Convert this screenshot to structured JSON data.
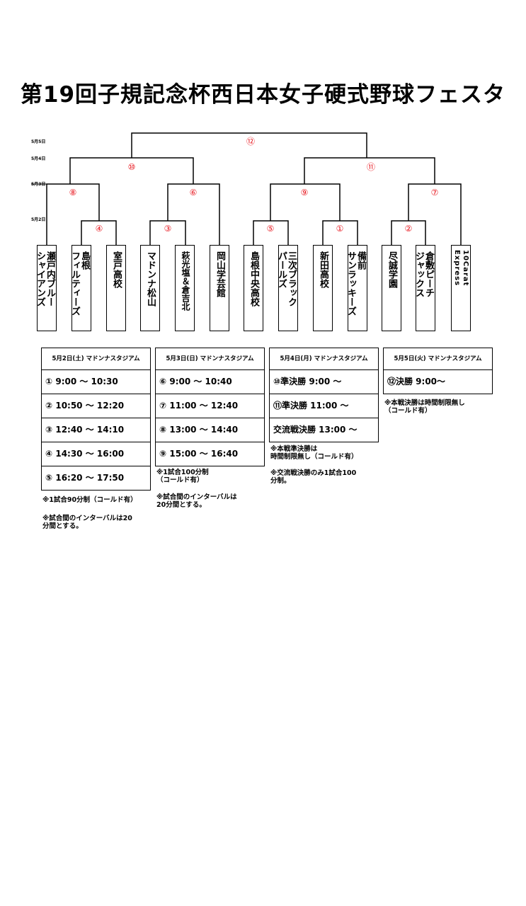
{
  "title": "第19回子規記念杯西日本女子硬式野球フェスタ",
  "bracket": {
    "date_labels": [
      "5月5日",
      "5月4日",
      "5月3日",
      "5月2日"
    ],
    "round_labels": {
      "r1": "①",
      "r2": "②",
      "r3": "③",
      "r4": "④",
      "r5": "⑤",
      "r6": "⑥",
      "r7": "⑦",
      "r8": "⑧",
      "r9": "⑨",
      "r10": "⑩",
      "r11": "⑪",
      "r12": "⑫"
    },
    "teams": [
      {
        "num": "1",
        "name_lines": [
          "瀬戸内ブルー",
          "シャイアンズ"
        ]
      },
      {
        "num": "2",
        "name_lines": [
          "島根",
          "フィルティーズ"
        ]
      },
      {
        "num": "3",
        "name_lines": [
          "室戸高校"
        ]
      },
      {
        "num": "4",
        "name_lines": [
          "マドンナ松山"
        ]
      },
      {
        "num": "5",
        "name_lines": [
          "萩光塩＆倉吉北"
        ]
      },
      {
        "num": "6",
        "name_lines": [
          "岡山学芸館"
        ]
      },
      {
        "num": "7",
        "name_lines": [
          "島根中央高校"
        ]
      },
      {
        "num": "8",
        "name_lines": [
          "三次ブラック",
          "パールズ"
        ]
      },
      {
        "num": "9",
        "name_lines": [
          "新田高校"
        ]
      },
      {
        "num": "10",
        "name_lines": [
          "備前",
          "サンラッキーズ"
        ]
      },
      {
        "num": "11",
        "name_lines": [
          "尽誠学園"
        ]
      },
      {
        "num": "12",
        "name_lines": [
          "倉敷ピーチ",
          "ジャックス"
        ]
      },
      {
        "num": "13",
        "name_lines": [
          "10Carat",
          "Express"
        ]
      }
    ]
  },
  "schedule": [
    {
      "header": "5月2日(土) マドンナスタジアム",
      "rows": [
        "①  9:00  ～  10:30",
        "②  10:50  ～  12:20",
        "③  12:40  ～  14:10",
        "④  14:30  ～  16:00",
        "⑤  16:20  ～  17:50"
      ],
      "notes": [
        "※1試合90分制（コールド有）",
        "※試合間のインターバルは20\n分間とする。"
      ]
    },
    {
      "header": "5月3日(日) マドンナスタジアム",
      "rows": [
        "⑥  9:00  ～  10:40",
        "⑦  11:00  ～  12:40",
        "⑧  13:00  ～  14:40",
        "⑨  15:00  ～  16:40"
      ],
      "notes": [
        "※1試合100分制\n（コールド有）",
        "※試合間のインターバルは\n20分間とする。"
      ]
    },
    {
      "header": "5月4日(月) マドンナスタジアム",
      "rows": [
        "⑩準決勝  9:00  ～",
        "⑪準決勝  11:00  ～",
        "交流戦決勝  13:00  ～"
      ],
      "notes": [
        "※本戦準決勝は\n時間制限無し（コールド有）",
        "※交流戦決勝のみ1試合100\n分制。"
      ]
    },
    {
      "header": "5月5日(火) マドンナスタジアム",
      "rows": [
        "⑫決勝  9:00～"
      ],
      "notes": [
        "※本戦決勝は時間制限無し\n（コールド有）"
      ]
    }
  ],
  "colors": {
    "round_label": "#e8141c",
    "line": "#000000"
  }
}
